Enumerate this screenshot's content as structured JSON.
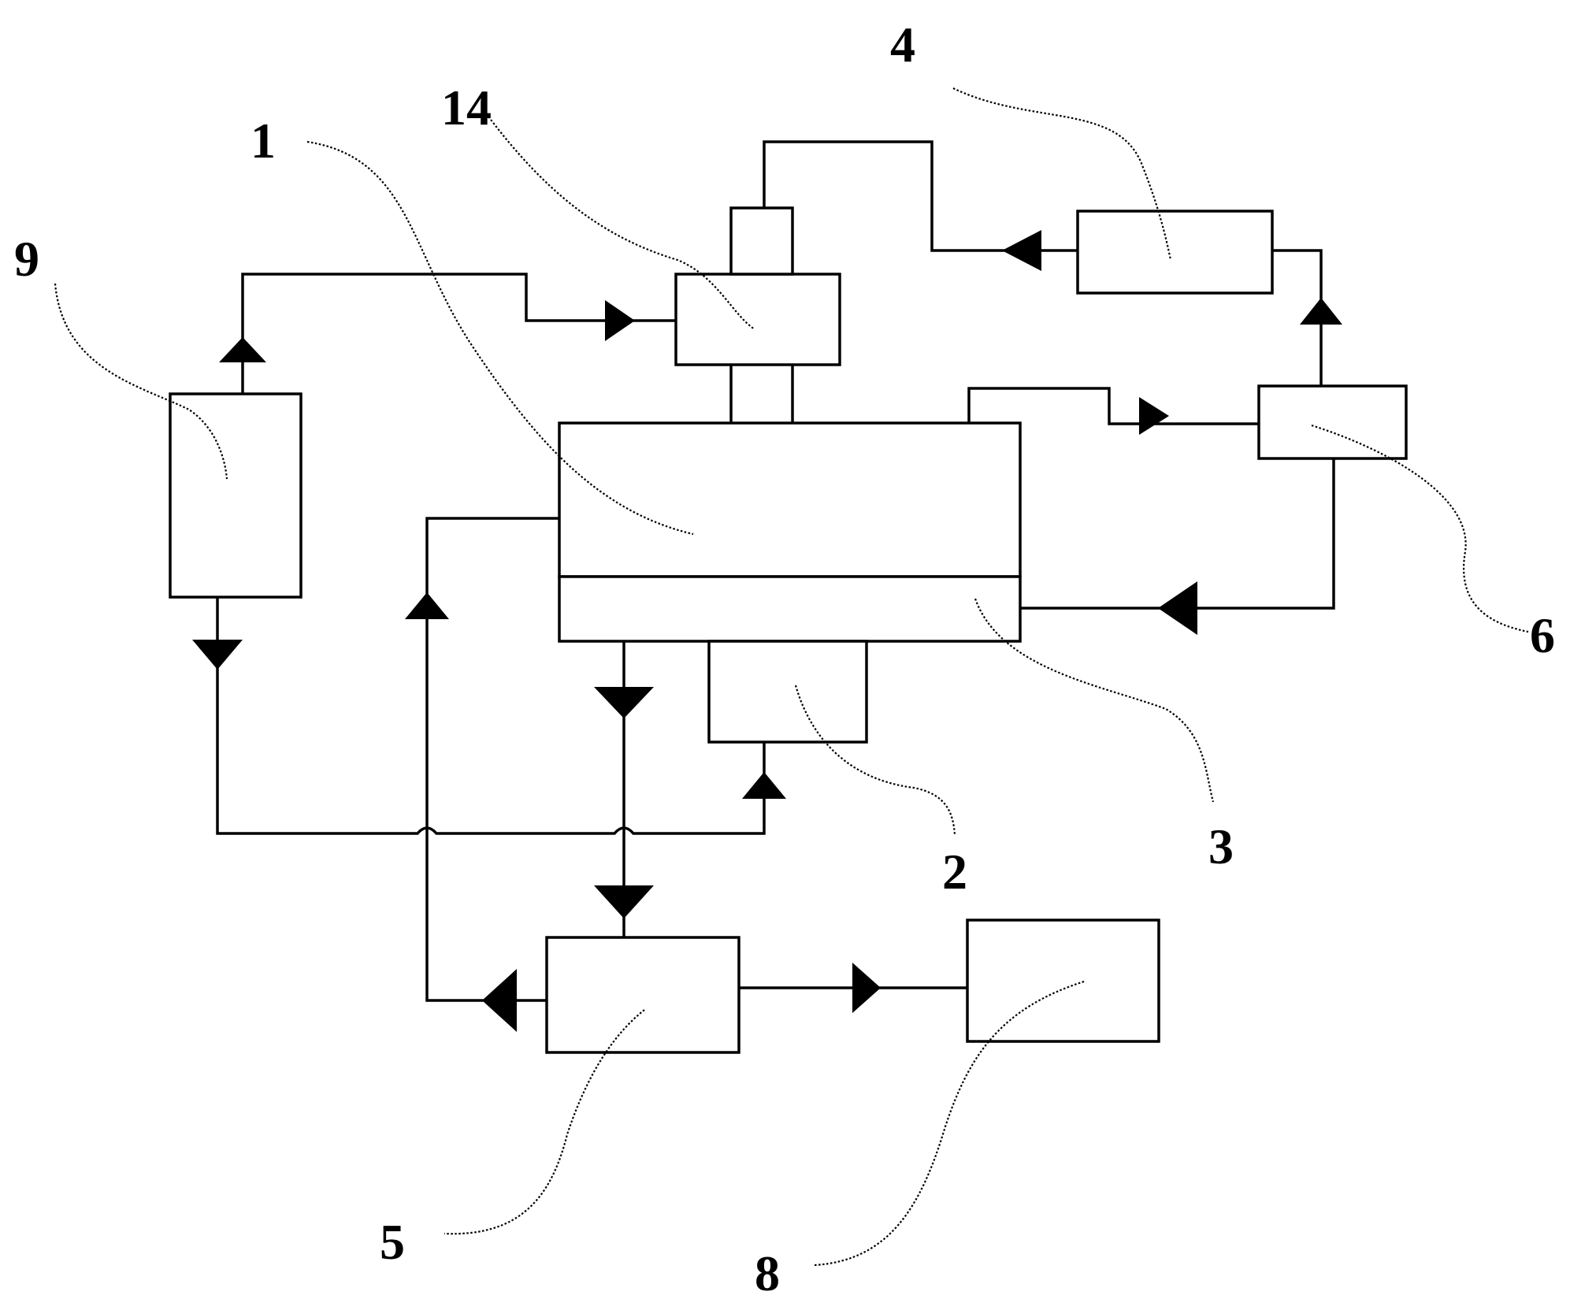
{
  "labels": {
    "l1": "1",
    "l2": "2",
    "l3": "3",
    "l4": "4",
    "l5": "5",
    "l6": "6",
    "l8": "8",
    "l9": "9",
    "l14": "14"
  }
}
